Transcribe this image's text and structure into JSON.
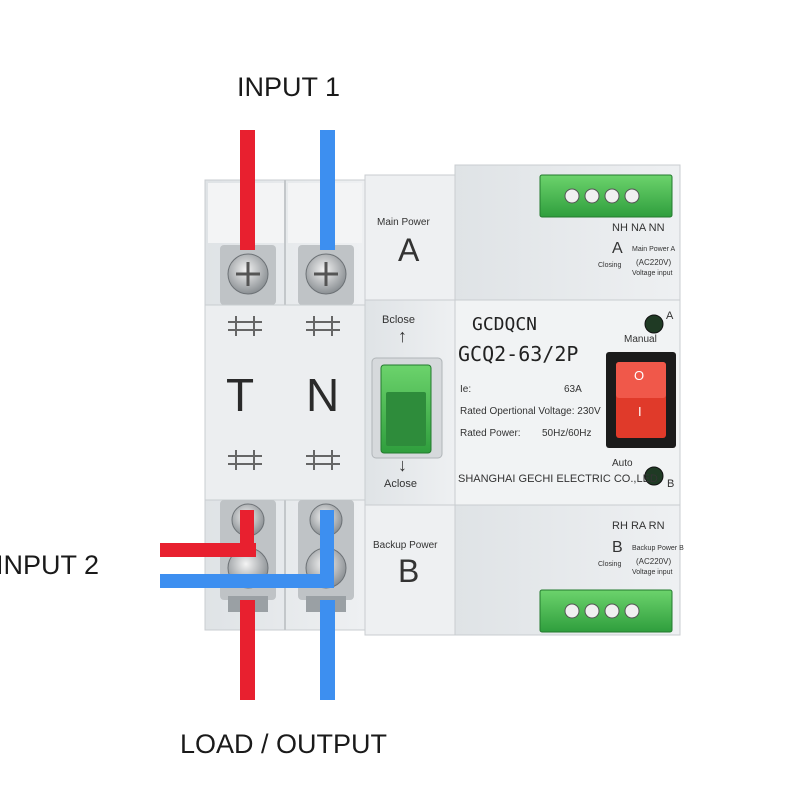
{
  "labels": {
    "input1": "INPUT 1",
    "input2": "INPUT 2",
    "output": "LOAD / OUTPUT"
  },
  "poles": {
    "left": "T",
    "right": "N"
  },
  "panel_a": {
    "title": "Main Power",
    "letter": "A",
    "terminals": "NH  NA  NN",
    "sub_letter": "A",
    "note1": "Main Power A",
    "note2": "(AC220V)",
    "note3": "Voltage input",
    "note_left": "Closing"
  },
  "panel_b": {
    "title": "Backup Power",
    "letter": "B",
    "terminals": "RH  RA  RN",
    "sub_letter": "B",
    "note1": "Backup Power B",
    "note2": "(AC220V)",
    "note3": "Voltage input",
    "note_left": "Closing"
  },
  "handle": {
    "top": "Bclose",
    "bottom": "Aclose",
    "up_arrow": "↑",
    "down_arrow": "↓"
  },
  "product": {
    "brand": "GCDQCN",
    "model": "GCQ2-63/2P",
    "spec1_label": "Ie:",
    "spec1_value": "63A",
    "spec2": "Rated Opertional Voltage:  230V",
    "spec3_label": "Rated Power:",
    "spec3_value": "50Hz/60Hz",
    "maker": "SHANGHAI GECHI ELECTRIC CO.,LED"
  },
  "switch": {
    "manual": "Manual",
    "auto": "Auto",
    "led_a": "A",
    "led_b": "B",
    "rocker_top": "O",
    "rocker_bottom": "I"
  },
  "colors": {
    "line": "#e8202f",
    "neutral": "#3d8ff0",
    "body": "#e9ecee",
    "terminal_green": "#4caf50",
    "rocker": "#e03a2a"
  }
}
